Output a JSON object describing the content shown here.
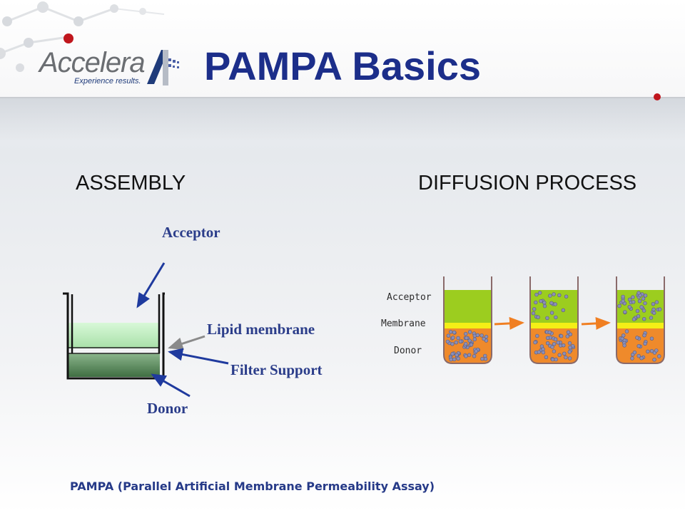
{
  "header": {
    "logo_name": "Accelera",
    "logo_tagline": "Experience results.",
    "title": "PAMPA Basics"
  },
  "assembly": {
    "heading": "ASSEMBLY",
    "acceptor_label": "Acceptor",
    "lipid_label": "Lipid membrane",
    "filter_label": "Filter Support",
    "donor_label": "Donor"
  },
  "diffusion": {
    "heading": "DIFFUSION PROCESS",
    "acceptor_label": "Acceptor",
    "membrane_label": "Membrane",
    "donor_label": "Donor"
  },
  "footer": {
    "text": "PAMPA (Parallel Artificial Membrane Permeability Assay)"
  },
  "colors": {
    "title": "#1c2e8a",
    "label_blue": "#2b3d8a",
    "arrow_blue": "#1f3a9e",
    "arrow_orange": "#f07f22",
    "acceptor_green": "#9ccd1f",
    "membrane_yellow": "#f4ef16",
    "donor_orange": "#ef8a2b"
  }
}
